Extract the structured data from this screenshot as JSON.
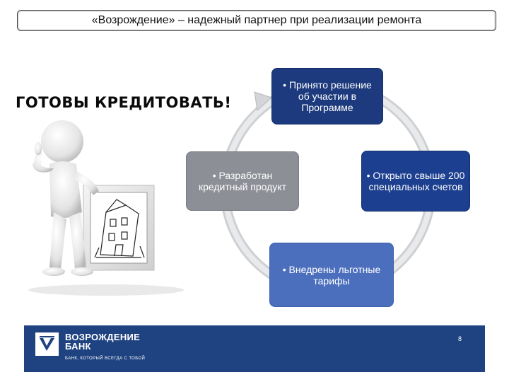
{
  "slide": {
    "title": "«Возрождение» – надежный партнер при реализации ремонта",
    "headline": "ГОТОВЫ КРЕДИТОВАТЬ!",
    "page_number": "8"
  },
  "cycle": {
    "nodes": [
      {
        "id": "top",
        "text": "• Принято решение об участии в Программе"
      },
      {
        "id": "right",
        "text": "• Открыто свыше 200 специальных счетов"
      },
      {
        "id": "bottom",
        "text": "• Внедрены льготные тарифы"
      },
      {
        "id": "left",
        "text": "• Разработан кредитный продукт"
      }
    ]
  },
  "footer": {
    "bank_name_line1": "ВОЗРОЖДЕНИЕ",
    "bank_name_line2": "БАНК",
    "slogan": "БАНК, КОТОРЫЙ ВСЕГДА С ТОБОЙ"
  },
  "colors": {
    "dark_blue": "#1c3a7d",
    "mid_blue": "#4c6fbd",
    "gray": "#8d8f96",
    "footer_blue": "#1f4381"
  }
}
